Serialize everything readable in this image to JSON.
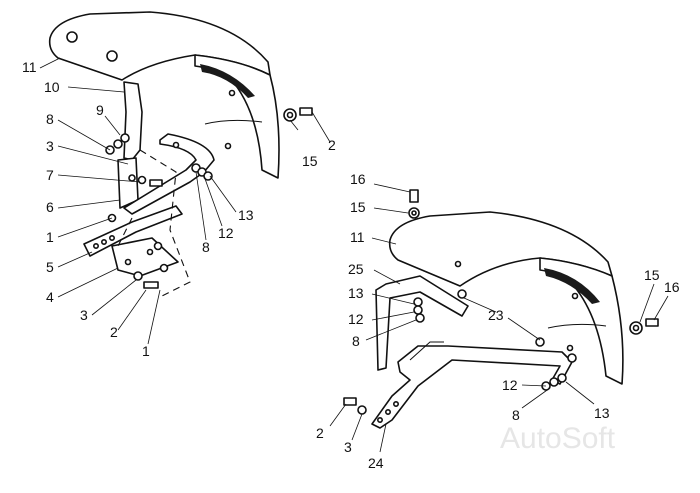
{
  "watermark": "AutoSoft",
  "labels": {
    "l11": "11",
    "l10": "10",
    "l9": "9",
    "l8": "8",
    "l3": "3",
    "l7": "7",
    "l6": "6",
    "l1": "1",
    "l5": "5",
    "l4": "4",
    "l3b": "3",
    "l2b": "2",
    "l1b": "1",
    "l2": "2",
    "l15": "15",
    "l13": "13",
    "l12": "12",
    "l8b": "8",
    "r16": "16",
    "r15": "15",
    "r11": "11",
    "r25": "25",
    "r13": "13",
    "r12": "12",
    "r8": "8",
    "r23": "23",
    "r15b": "15",
    "r16b": "16",
    "r12b": "12",
    "r8b": "8",
    "r13b": "13",
    "r2": "2",
    "r3": "3",
    "r24": "24"
  }
}
